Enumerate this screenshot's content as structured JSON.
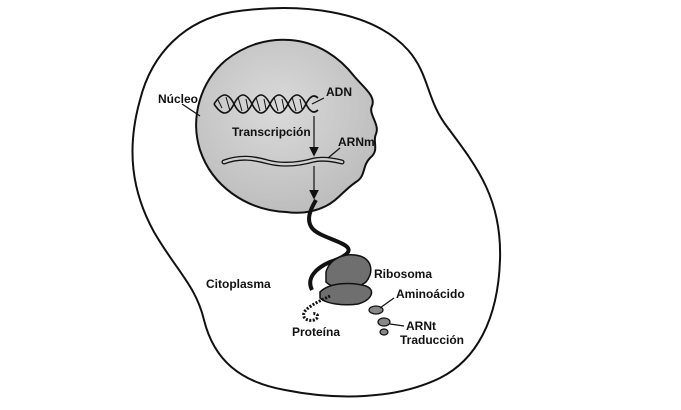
{
  "labels": {
    "nucleo": "Núcleo",
    "adn": "ADN",
    "transcripcion": "Transcripción",
    "arnm": "ARNm",
    "citoplasma": "Citoplasma",
    "ribosoma": "Ribosoma",
    "aminoacido": "Aminoácido",
    "proteina": "Proteína",
    "arnt": "ARNt",
    "traduccion": "Traducción"
  },
  "colors": {
    "nucleus_fill": "#c9c9c9",
    "ribosome_fill": "#6f6f6f",
    "outline": "#111111"
  }
}
